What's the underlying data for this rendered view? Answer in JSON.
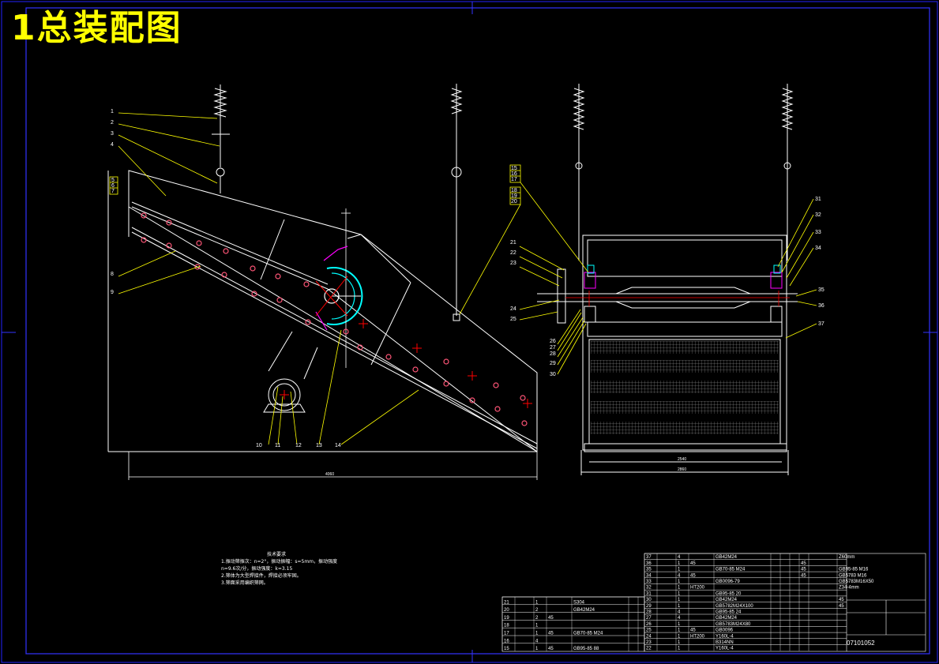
{
  "title": "1总装配图",
  "left_view": {
    "callouts": [
      "1",
      "2",
      "3",
      "4",
      "5",
      "6",
      "7",
      "8",
      "9",
      "10",
      "11",
      "12",
      "13",
      "14"
    ],
    "overall_length": "4060"
  },
  "right_view": {
    "callouts_left": [
      "15",
      "16",
      "17",
      "18",
      "19",
      "20",
      "21",
      "22",
      "23",
      "24",
      "25",
      "26",
      "27",
      "28",
      "29",
      "30"
    ],
    "callouts_right": [
      "31",
      "32",
      "33",
      "34",
      "35",
      "36",
      "37"
    ],
    "inner_width": "2540",
    "outer_width": "2860"
  },
  "tech_notes": {
    "heading": "技术要求",
    "lines": [
      "1.振动筛振次：n=2°，振动振幅：s=5mm，振动强度",
      "  n=9.6次/分，振动强度：k=3.15",
      "2.筛体为大型焊接件，焊接必须牢固。",
      "3.筛面采用编织筛网。"
    ]
  },
  "parts_table": {
    "upper_rows": [
      [
        "37",
        "",
        "4",
        "",
        "GB42M24",
        "",
        "",
        "",
        "",
        "",
        "Z60mm"
      ],
      [
        "36",
        "",
        "1",
        "45",
        "",
        "",
        "",
        "",
        "45",
        "",
        ""
      ],
      [
        "35",
        "",
        "1",
        "",
        "GB70-85 M24",
        "",
        "",
        "",
        "45",
        "",
        "GB95-85 M16"
      ],
      [
        "34",
        "",
        "4",
        "45",
        "",
        "",
        "",
        "",
        "45",
        "",
        "GB5783 M16"
      ],
      [
        "33",
        "",
        "1",
        "",
        "GB0096-79",
        "",
        "",
        "",
        "",
        "",
        "GB5783M16X50"
      ],
      [
        "32",
        "",
        "1",
        "HT200",
        "",
        "",
        "",
        "",
        "",
        "",
        "Z34-4mm"
      ],
      [
        "31",
        "",
        "1",
        "",
        "GB95-85 20",
        "",
        "",
        "",
        "",
        "",
        ""
      ],
      [
        "30",
        "",
        "1",
        "",
        "GB42M24",
        "",
        "",
        "",
        "",
        "",
        "45"
      ],
      [
        "29",
        "",
        "1",
        "",
        "GB5782M24X100",
        "",
        "",
        "",
        "",
        "",
        "45"
      ],
      [
        "28",
        "",
        "4",
        "",
        "GB95-85 24",
        "",
        "",
        "",
        "",
        "",
        ""
      ],
      [
        "27",
        "",
        "4",
        "",
        "GB42M24",
        "",
        "",
        "",
        "",
        "",
        ""
      ],
      [
        "26",
        "",
        "1",
        "",
        "GB5783M24X80",
        "",
        "",
        "",
        "",
        "",
        ""
      ],
      [
        "25",
        "",
        "1",
        "45",
        "GB0096",
        "",
        "",
        "",
        "",
        "",
        ""
      ],
      [
        "24",
        "",
        "1",
        "HT200",
        "Y160L-4",
        "",
        "",
        "",
        "",
        "",
        ""
      ],
      [
        "23",
        "",
        "1",
        "",
        "B314NN",
        "",
        "",
        "",
        "",
        "",
        ""
      ],
      [
        "22",
        "",
        "1",
        "",
        "Y160L-4",
        "",
        "",
        "",
        "",
        "",
        ""
      ]
    ],
    "lower_rows": [
      [
        "21",
        "",
        "1",
        "",
        "S304",
        "",
        "",
        "",
        "",
        "",
        ""
      ],
      [
        "20",
        "",
        "2",
        "",
        "GB42M24",
        "",
        "",
        "",
        "",
        "",
        ""
      ],
      [
        "19",
        "",
        "2",
        "45",
        "",
        "",
        "",
        "",
        "",
        "",
        ""
      ],
      [
        "18",
        "",
        "1",
        "",
        "",
        "",
        "",
        "",
        "",
        "",
        ""
      ],
      [
        "17",
        "",
        "1",
        "45",
        "GB70-85 M24",
        "",
        "",
        "",
        "",
        "",
        ""
      ],
      [
        "16",
        "",
        "4",
        "",
        "",
        "",
        "",
        "",
        "",
        "",
        ""
      ],
      [
        "15",
        "",
        "1",
        "45",
        "GB95-85 88",
        "",
        "",
        "",
        "",
        "",
        ""
      ]
    ],
    "drawing_number": "07101052"
  },
  "colors": {
    "background": "#000000",
    "title": "#ffff00",
    "outline": "#ffffff",
    "border": "#0000ff",
    "leader": "#ffff00",
    "center": "#ff0000",
    "accent": "#00ffff",
    "bolt": "#ff00ff"
  }
}
